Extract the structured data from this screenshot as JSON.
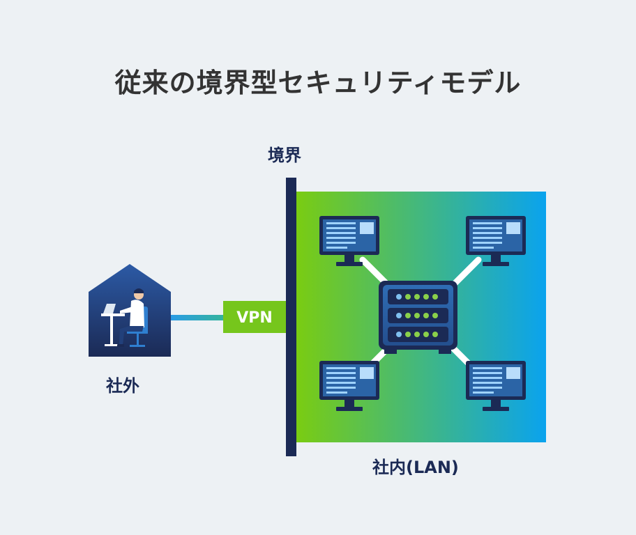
{
  "title": "従来の境界型セキュリティモデル",
  "labels": {
    "boundary": "境界",
    "outside": "社外",
    "inside_lan": "社内(LAN)",
    "vpn": "VPN"
  },
  "colors": {
    "background": "#edf1f4",
    "title_text": "#333333",
    "label_text": "#1b2a55",
    "boundary_wall": "#1b2a55",
    "lan_gradient_start": "#7acc12",
    "lan_gradient_end": "#0aa3ee",
    "vpn_tag": "#76c61c",
    "device_dark": "#1b2a55",
    "device_screen": "#2b64a6",
    "connector": "#ffffff",
    "server_led": "#8ad04a"
  },
  "icons": {
    "remote_worker": "house-with-remote-worker-icon",
    "server": "server-rack-icon",
    "monitor": "desktop-monitor-icon"
  }
}
